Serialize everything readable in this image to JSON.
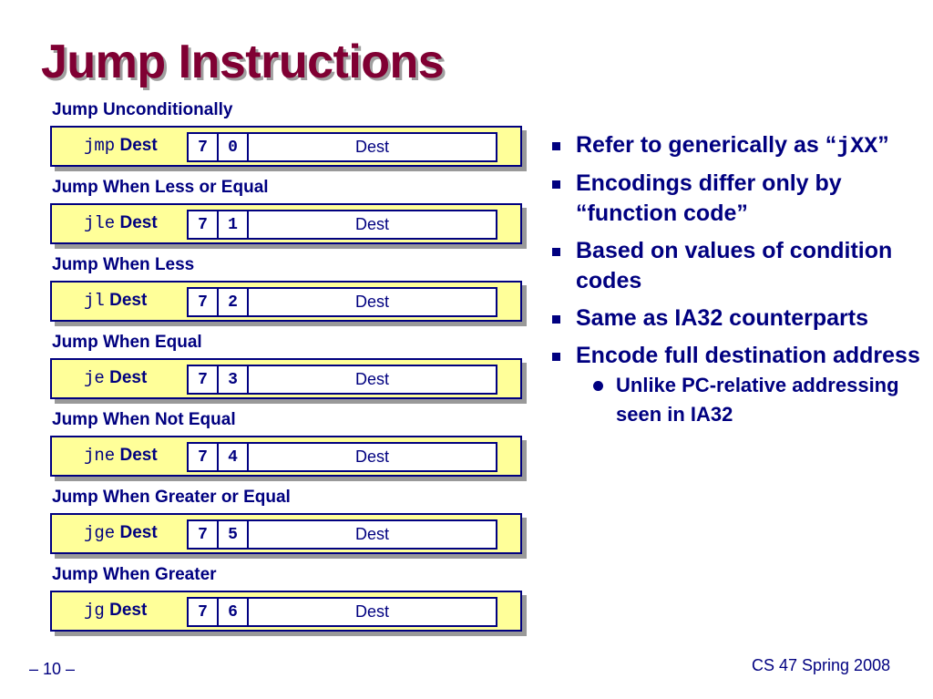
{
  "slide": {
    "title": "Jump Instructions",
    "instructions": [
      {
        "label": "Jump Unconditionally",
        "mnemonic": "jmp",
        "operand": "Dest",
        "byte0": "7",
        "byte1": "0",
        "field": "Dest"
      },
      {
        "label": "Jump When Less or Equal",
        "mnemonic": "jle",
        "operand": "Dest",
        "byte0": "7",
        "byte1": "1",
        "field": "Dest"
      },
      {
        "label": "Jump When Less",
        "mnemonic": "jl",
        "operand": "Dest",
        "byte0": "7",
        "byte1": "2",
        "field": "Dest"
      },
      {
        "label": "Jump When Equal",
        "mnemonic": "je",
        "operand": "Dest",
        "byte0": "7",
        "byte1": "3",
        "field": "Dest"
      },
      {
        "label": "Jump When Not Equal",
        "mnemonic": "jne",
        "operand": "Dest",
        "byte0": "7",
        "byte1": "4",
        "field": "Dest"
      },
      {
        "label": "Jump When Greater or Equal",
        "mnemonic": "jge",
        "operand": "Dest",
        "byte0": "7",
        "byte1": "5",
        "field": "Dest"
      },
      {
        "label": "Jump When Greater",
        "mnemonic": "jg",
        "operand": "Dest",
        "byte0": "7",
        "byte1": "6",
        "field": "Dest"
      }
    ],
    "bullets": {
      "b1_pre": "Refer to generically as “",
      "b1_code": "jXX",
      "b1_post": "”",
      "b2": "Encodings differ only by “function code”",
      "b3": "Based on values of condition codes",
      "b4": "Same as IA32 counterparts",
      "b5": "Encode full destination address",
      "sub": "Unlike PC-relative addressing seen in IA32"
    },
    "footer": {
      "page": "– 10 –",
      "course": "CS 47 Spring 2008"
    },
    "colors": {
      "title": "#800033",
      "text": "#000080",
      "box_fill": "#ffff99",
      "shadow": "#999999"
    }
  }
}
